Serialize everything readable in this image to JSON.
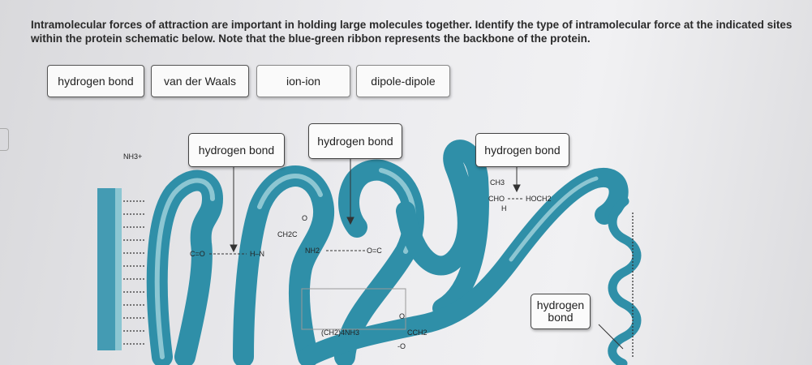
{
  "instructions": "Intramolecular forces of attraction are important in holding large molecules together. Identify the type of intramolecular force at the indicated sites within the protein schematic below. Note that the blue-green ribbon represents the backbone of the protein.",
  "answer_bank": [
    {
      "label": "hydrogen bond"
    },
    {
      "label": "van der Waals"
    },
    {
      "label": "ion-ion"
    },
    {
      "label": "dipole-dipole"
    }
  ],
  "placed_labels": [
    {
      "label": "hydrogen bond"
    },
    {
      "label": "hydrogen bond"
    },
    {
      "label": "hydrogen bond"
    },
    {
      "label": "hydrogen\nbond"
    }
  ],
  "chem_labels": {
    "nh3": "NH3+",
    "c_o_left": "C=O",
    "h_n": "H–N",
    "ch2c": "CH2C",
    "o_top": "O",
    "nh2": "NH2",
    "o_c": "O=C",
    "ch2_4_nh3": "(CH2)4NH3",
    "cch2": "CCH2",
    "o_minus": "-O",
    "o_cooh": "O",
    "ch3": "CH3",
    "cho": "CHO",
    "h": "H",
    "hoch2": "HOCH2"
  },
  "colors": {
    "ribbon": "#2f8fa8",
    "ribbon_light": "#8cc6d2",
    "ribbon_dark": "#1f6f86"
  }
}
